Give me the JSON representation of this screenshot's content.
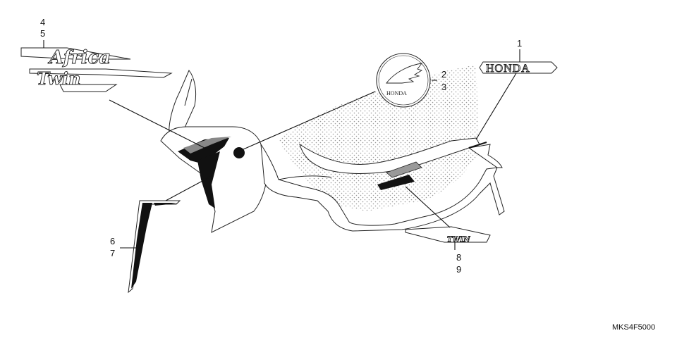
{
  "labels": {
    "l1": "1",
    "l2": "2",
    "l3": "3",
    "l4": "4",
    "l5": "5",
    "l6": "6",
    "l7": "7",
    "l8": "8",
    "l9": "9"
  },
  "decals": {
    "honda_wordmark": "HONDA",
    "emblem_text": "HONDA",
    "africa_script": "Africa",
    "twin_script": "Twin",
    "twin_small": "TWIN"
  },
  "diagram_code": "MKS4F5000",
  "colors": {
    "ink": "#222222",
    "dots": "#9a9a9a",
    "background": "#ffffff"
  }
}
